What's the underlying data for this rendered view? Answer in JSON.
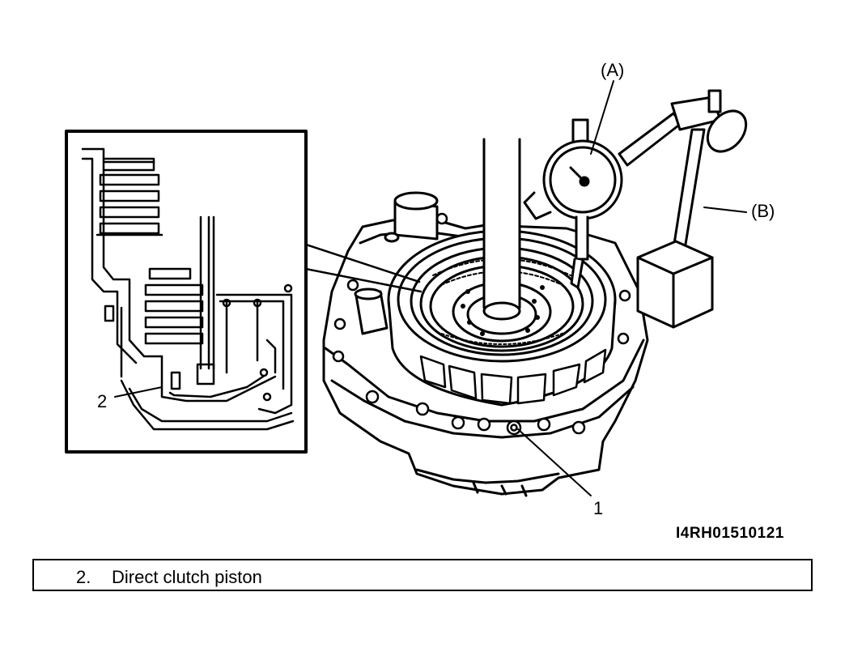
{
  "callouts": {
    "a": "(A)",
    "b": "(B)",
    "one": "1",
    "two": "2"
  },
  "reference_code": "I4RH01510121",
  "legend": [
    {
      "number": "2.",
      "text": "Direct clutch piston"
    }
  ]
}
